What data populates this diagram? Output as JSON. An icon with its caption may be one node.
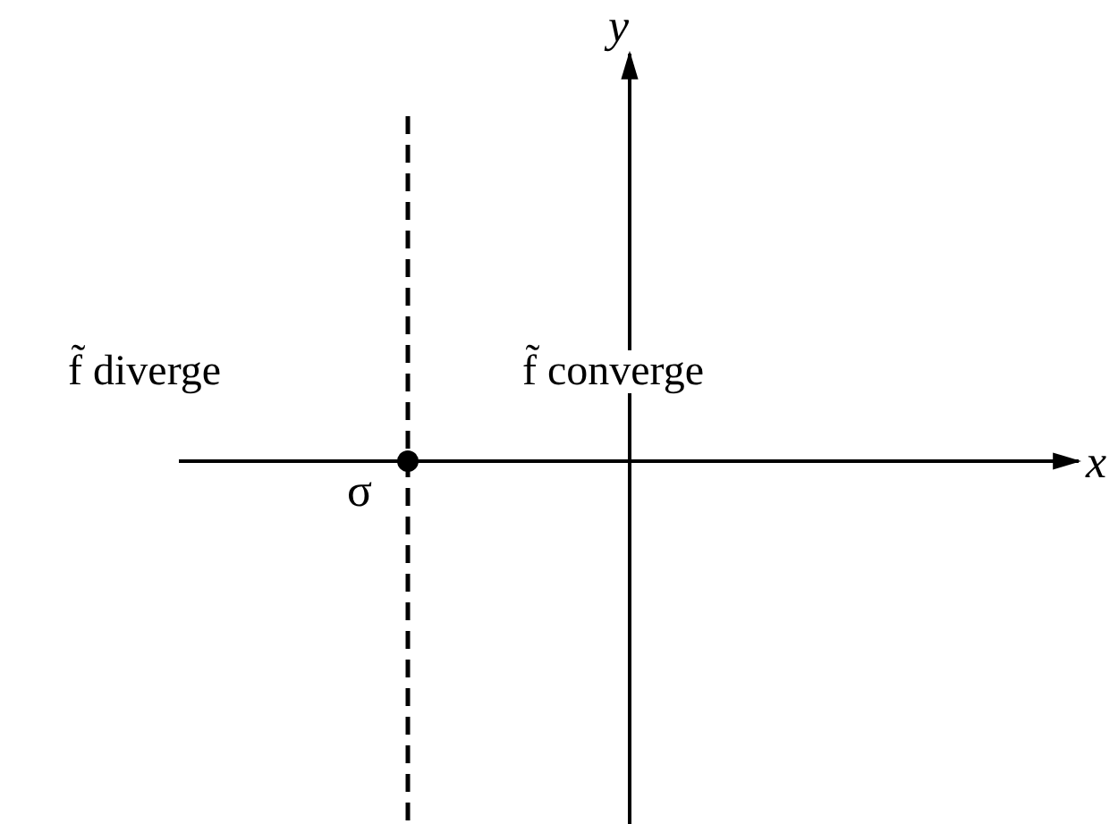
{
  "diagram": {
    "labels": [
      "y",
      "f̃ diverge",
      "f̃ converge",
      "σ",
      "x"
    ]
  }
}
